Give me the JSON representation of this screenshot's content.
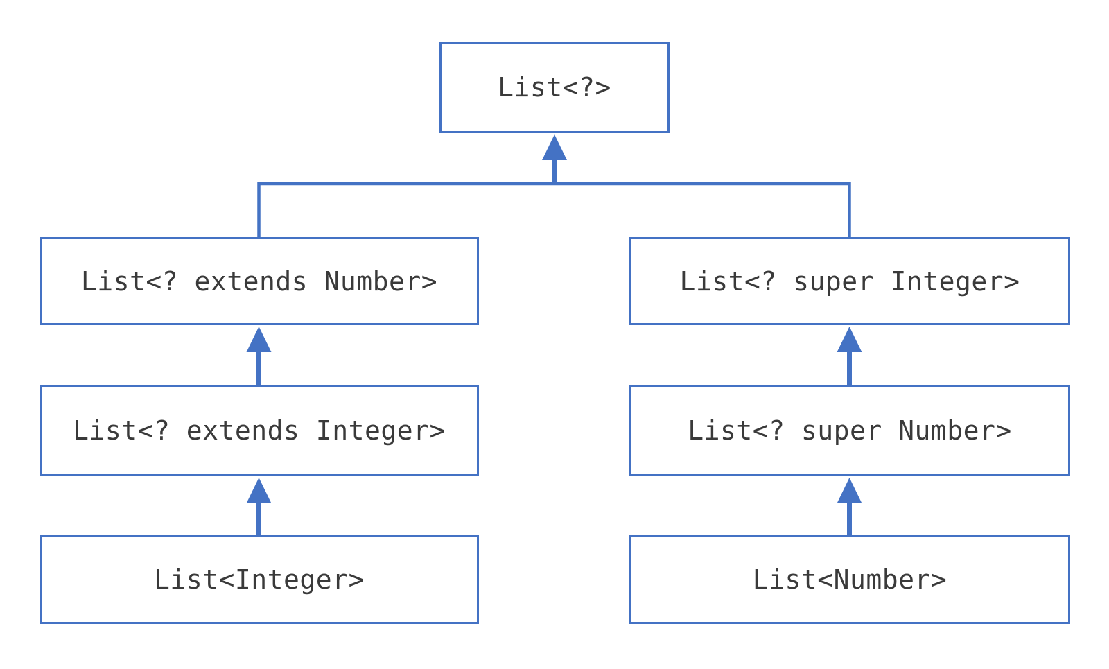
{
  "diagram": {
    "type": "type-hierarchy",
    "nodes": [
      {
        "id": "list-wildcard",
        "label": "List<?>"
      },
      {
        "id": "list-extends-number",
        "label": "List<? extends Number>"
      },
      {
        "id": "list-super-integer",
        "label": "List<? super Integer>"
      },
      {
        "id": "list-extends-integer",
        "label": "List<? extends Integer>"
      },
      {
        "id": "list-super-number",
        "label": "List<? super Number>"
      },
      {
        "id": "list-integer",
        "label": "List<Integer>"
      },
      {
        "id": "list-number",
        "label": "List<Number>"
      }
    ],
    "edges": [
      {
        "from": "list-extends-number",
        "to": "list-wildcard",
        "arrow": "up"
      },
      {
        "from": "list-super-integer",
        "to": "list-wildcard",
        "arrow": "up"
      },
      {
        "from": "list-extends-integer",
        "to": "list-extends-number",
        "arrow": "up"
      },
      {
        "from": "list-integer",
        "to": "list-extends-integer",
        "arrow": "up"
      },
      {
        "from": "list-super-number",
        "to": "list-super-integer",
        "arrow": "up"
      },
      {
        "from": "list-number",
        "to": "list-super-number",
        "arrow": "up"
      }
    ]
  },
  "colors": {
    "accent": "#4472c4",
    "text": "#3a3a3a",
    "background": "#ffffff"
  }
}
